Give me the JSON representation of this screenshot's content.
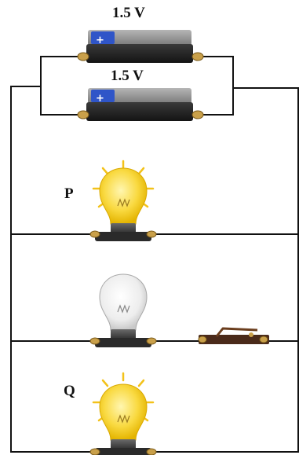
{
  "labels": {
    "battery_top_voltage": "1.5 V",
    "battery_bottom_voltage": "1.5 V",
    "bulb_p": "P",
    "bulb_q": "Q"
  },
  "battery_terminal_sign": "+",
  "bulbs": [
    {
      "id": "P",
      "state": "lit"
    },
    {
      "id": "middle",
      "state": "unlit"
    },
    {
      "id": "Q",
      "state": "lit"
    }
  ],
  "switch_state": "open",
  "colors": {
    "wire": "#111111",
    "battery_body": "#2b2b2b",
    "battery_top": "#8a8a8a",
    "battery_accent": "#2f55c8",
    "bulb_lit": "#f7d23a",
    "bulb_lit_edge": "#d9a900",
    "glow_rays": "#f3c21a",
    "bulb_unlit": "#eeeeee",
    "holder_brass": "#b8892d",
    "switch_base": "#4a2a1a"
  }
}
